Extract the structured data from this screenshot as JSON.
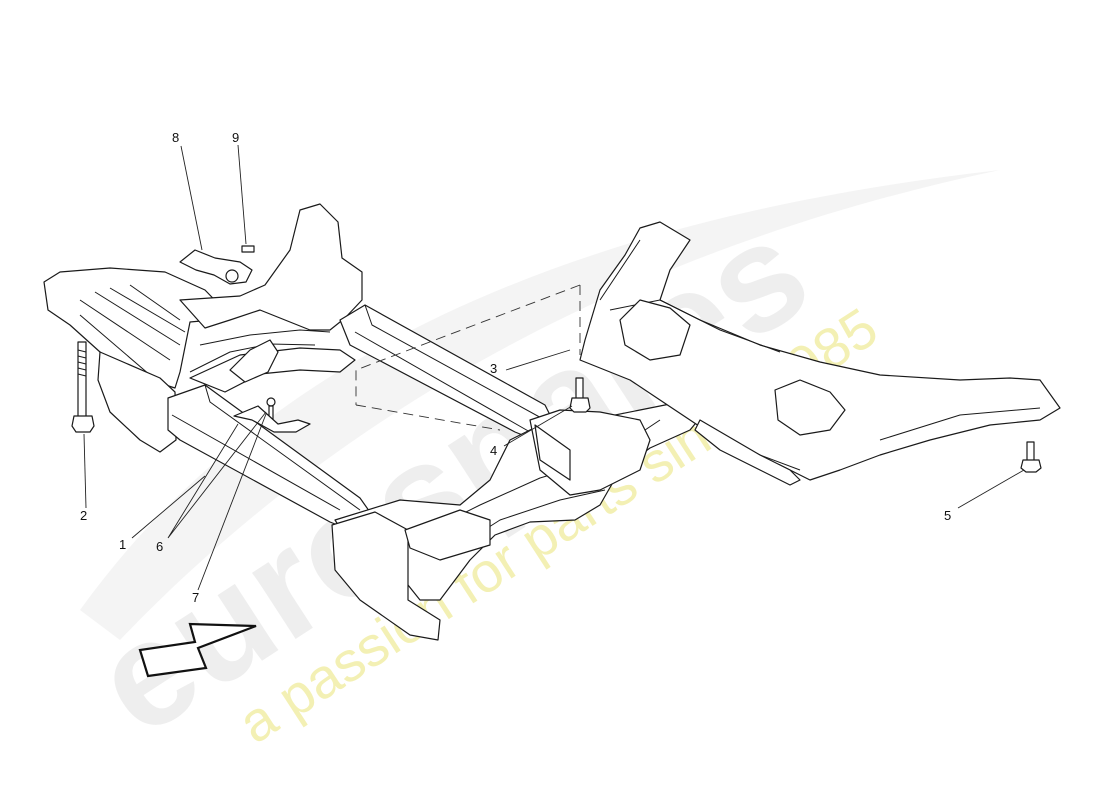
{
  "watermark": {
    "brand": "eurospares",
    "tagline": "a passion for parts since 1985"
  },
  "callouts": [
    "1",
    "2",
    "3",
    "4",
    "5",
    "6",
    "7",
    "8",
    "9"
  ],
  "colors": {
    "line": "#1a1a1a",
    "watermark_grey": "#e8e8e8",
    "watermark_yellow": "#f0ec9c"
  }
}
